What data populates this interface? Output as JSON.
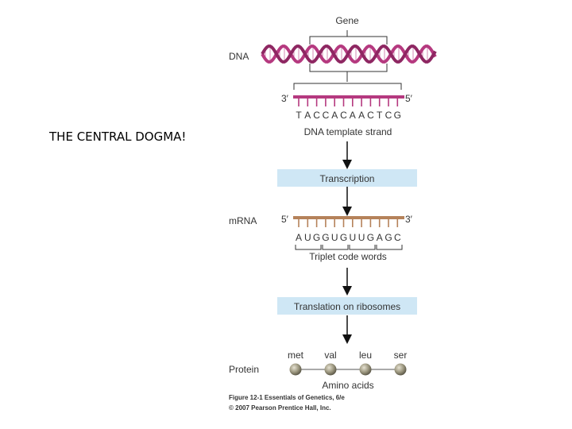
{
  "slide": {
    "title": "THE CENTRAL DOGMA!"
  },
  "figure": {
    "gene_label": "Gene",
    "dna_label": "DNA",
    "dna_strand": {
      "end_left": "3′",
      "end_right": "5′",
      "sequence": [
        "T",
        "A",
        "C",
        "C",
        "A",
        "C",
        "A",
        "A",
        "C",
        "T",
        "C",
        "G"
      ],
      "caption": "DNA template strand"
    },
    "transcription": {
      "label": "Transcription"
    },
    "mrna": {
      "label": "mRNA",
      "end_left": "5′",
      "end_right": "3′",
      "sequence": [
        "A",
        "U",
        "G",
        "G",
        "U",
        "G",
        "U",
        "U",
        "G",
        "A",
        "G",
        "C"
      ],
      "caption": "Triplet code words"
    },
    "translation": {
      "label": "Translation on ribosomes"
    },
    "protein": {
      "label": "Protein",
      "amino_acids": [
        "met",
        "val",
        "leu",
        "ser"
      ],
      "caption": "Amino acids"
    },
    "credit": {
      "line1": "Figure 12-1  Essentials of Genetics, 6/e",
      "line2": "© 2007 Pearson Prentice Hall, Inc."
    },
    "colors": {
      "dna": "#b5397f",
      "dna_dark": "#8e2762",
      "mrna": "#b5825a",
      "box": "#cfe7f5",
      "arrow": "#111111",
      "bead": "#8f8a78"
    }
  }
}
